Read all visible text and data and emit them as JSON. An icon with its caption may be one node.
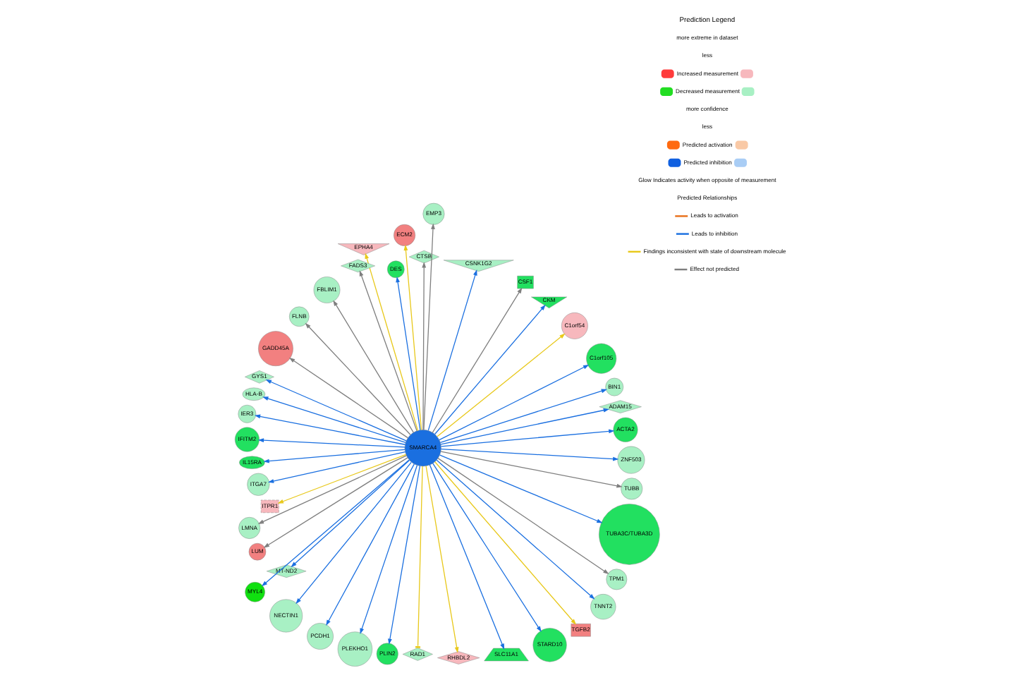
{
  "diagram": {
    "nodes": [
      {
        "text": [
          "SMARCA4"
        ]
      },
      {
        "text": [
          "ACTA2"
        ]
      },
      {
        "text": [
          "ADAM15"
        ]
      },
      {
        "text": [
          "BIN1"
        ]
      },
      {
        "text": [
          "C1orf105"
        ]
      },
      {
        "text": [
          "C1orf54"
        ]
      },
      {
        "text": [
          "CKM"
        ]
      },
      {
        "text": [
          "CSF1"
        ]
      },
      {
        "text": [
          "CSNK1G2"
        ]
      },
      {
        "text": [
          "CTSB"
        ]
      },
      {
        "text": [
          "DES"
        ]
      },
      {
        "text": [
          "ECM2"
        ]
      },
      {
        "text": [
          "EMP3"
        ]
      },
      {
        "text": [
          "EPHA4"
        ]
      },
      {
        "text": [
          "FADS3"
        ]
      },
      {
        "text": [
          "FBLIM1"
        ]
      },
      {
        "text": [
          "FLNB"
        ]
      },
      {
        "text": [
          "GADD45A"
        ]
      },
      {
        "text": [
          "GYS1"
        ]
      },
      {
        "text": [
          "HLA-B"
        ]
      },
      {
        "text": [
          "IER3"
        ]
      },
      {
        "text": [
          "IFITM2"
        ]
      },
      {
        "text": [
          "IL15RA"
        ]
      },
      {
        "text": [
          "ITGA7"
        ]
      },
      {
        "text": [
          "ITPR1"
        ]
      },
      {
        "text": [
          "LMNA"
        ]
      },
      {
        "text": [
          "LUM"
        ]
      },
      {
        "text": [
          "MT-ND2"
        ]
      },
      {
        "text": [
          "MYL4"
        ]
      },
      {
        "text": [
          "NECTIN1"
        ]
      },
      {
        "text": [
          "PCDH1"
        ]
      },
      {
        "text": [
          "PLEKHO1"
        ]
      },
      {
        "text": [
          "PLIN2"
        ]
      },
      {
        "text": [
          "RAD1"
        ]
      },
      {
        "text": [
          "RHBDL2"
        ]
      },
      {
        "text": [
          "SLC11A1"
        ]
      },
      {
        "text": [
          "STARD10"
        ]
      },
      {
        "text": [
          "TGFB2"
        ]
      },
      {
        "text": [
          "TNNT2"
        ]
      },
      {
        "text": [
          "TPM1"
        ]
      },
      {
        "text": [
          "TUBA3C/TUBA3D"
        ]
      },
      {
        "text": [
          "TUBB"
        ]
      },
      {
        "text": [
          "ZNF503"
        ]
      }
    ],
    "edges": [
      {
        "from": 0,
        "to": 1,
        "arrow": "to"
      },
      {
        "from": 0,
        "to": 2,
        "arrow": "to"
      },
      {
        "from": 0,
        "to": 3,
        "arrow": "to"
      },
      {
        "from": 0,
        "to": 4,
        "arrow": "to"
      },
      {
        "from": 0,
        "to": 5,
        "arrow": "to",
        "color": "#e8c81a"
      },
      {
        "from": 0,
        "to": 6,
        "arrow": "to"
      },
      {
        "from": 0,
        "to": 7,
        "arrow": "to",
        "color": "#7f7f7f"
      },
      {
        "from": 0,
        "to": 8,
        "arrow": "to"
      },
      {
        "from": 0,
        "to": 9,
        "arrow": "to",
        "color": "#7f7f7f"
      },
      {
        "from": 0,
        "to": 10,
        "arrow": "to"
      },
      {
        "from": 0,
        "to": 11,
        "arrow": "to",
        "color": "#e8c81a"
      },
      {
        "from": 0,
        "to": 12,
        "arrow": "to",
        "color": "#7f7f7f"
      },
      {
        "from": 0,
        "to": 13,
        "arrow": "to",
        "color": "#e8c81a"
      },
      {
        "from": 0,
        "to": 14,
        "arrow": "to",
        "color": "#7f7f7f"
      },
      {
        "from": 0,
        "to": 15,
        "arrow": "to",
        "color": "#7f7f7f"
      },
      {
        "from": 0,
        "to": 16,
        "arrow": "to",
        "color": "#7f7f7f"
      },
      {
        "from": 0,
        "to": 17,
        "arrow": "to",
        "color": "#7f7f7f"
      },
      {
        "from": 0,
        "to": 18,
        "arrow": "to"
      },
      {
        "from": 0,
        "to": 19,
        "arrow": "to"
      },
      {
        "from": 0,
        "to": 20,
        "arrow": "to"
      },
      {
        "from": 0,
        "to": 21,
        "arrow": "to"
      },
      {
        "from": 0,
        "to": 22,
        "arrow": "to"
      },
      {
        "from": 0,
        "to": 23,
        "arrow": "to"
      },
      {
        "from": 0,
        "to": 24,
        "arrow": "to",
        "color": "#e8c81a"
      },
      {
        "from": 0,
        "to": 25,
        "arrow": "to",
        "color": "#7f7f7f"
      },
      {
        "from": 0,
        "to": 26,
        "arrow": "to",
        "color": "#7f7f7f"
      },
      {
        "from": 0,
        "to": 27,
        "arrow": "to"
      },
      {
        "from": 0,
        "to": 28,
        "arrow": "to"
      },
      {
        "from": 0,
        "to": 29,
        "arrow": "to"
      },
      {
        "from": 0,
        "to": 30,
        "arrow": "to"
      },
      {
        "from": 0,
        "to": 31,
        "arrow": "to"
      },
      {
        "from": 0,
        "to": 32,
        "arrow": "to"
      },
      {
        "from": 0,
        "to": 33,
        "arrow": "other",
        "color": "#e8c81a"
      },
      {
        "from": 0,
        "to": 34,
        "arrow": "to",
        "color": "#e8c81a"
      },
      {
        "from": 0,
        "to": 35,
        "arrow": "to"
      },
      {
        "from": 0,
        "to": 36,
        "arrow": "to"
      },
      {
        "from": 0,
        "to": 37,
        "arrow": "to",
        "color": "#e8c81a"
      },
      {
        "from": 0,
        "to": 38,
        "arrow": "to"
      },
      {
        "from": 0,
        "to": 39,
        "arrow": "to",
        "color": "#7f7f7f"
      },
      {
        "from": 0,
        "to": 40,
        "arrow": "to"
      },
      {
        "from": 0,
        "to": 41,
        "arrow": "to",
        "color": "#7f7f7f"
      },
      {
        "from": 0,
        "to": 42,
        "arrow": "to"
      }
    ],
    "labels": [
      "Prediction Legend",
      "more extreme in dataset",
      "less",
      "more confidence",
      "less",
      "Glow Indicates activity when opposite of measurement",
      "Predicted Relationships"
    ],
    "legend": [
      {
        "text": "Increased measurement",
        "color": "#ff3b3b"
      },
      {
        "text": "Decreased measurement",
        "color": "#22dd22"
      },
      {
        "text": "Predicted activation",
        "color": "#ff6a10"
      },
      {
        "text": "Predicted inhibition",
        "color": "#1060e0"
      },
      {
        "text": "Leads to activation"
      },
      {
        "text": "Leads to inhibition"
      },
      {
        "text": "Findings inconsistent with state of downstream molecule"
      },
      {
        "text": "Effect not predicted"
      }
    ]
  }
}
